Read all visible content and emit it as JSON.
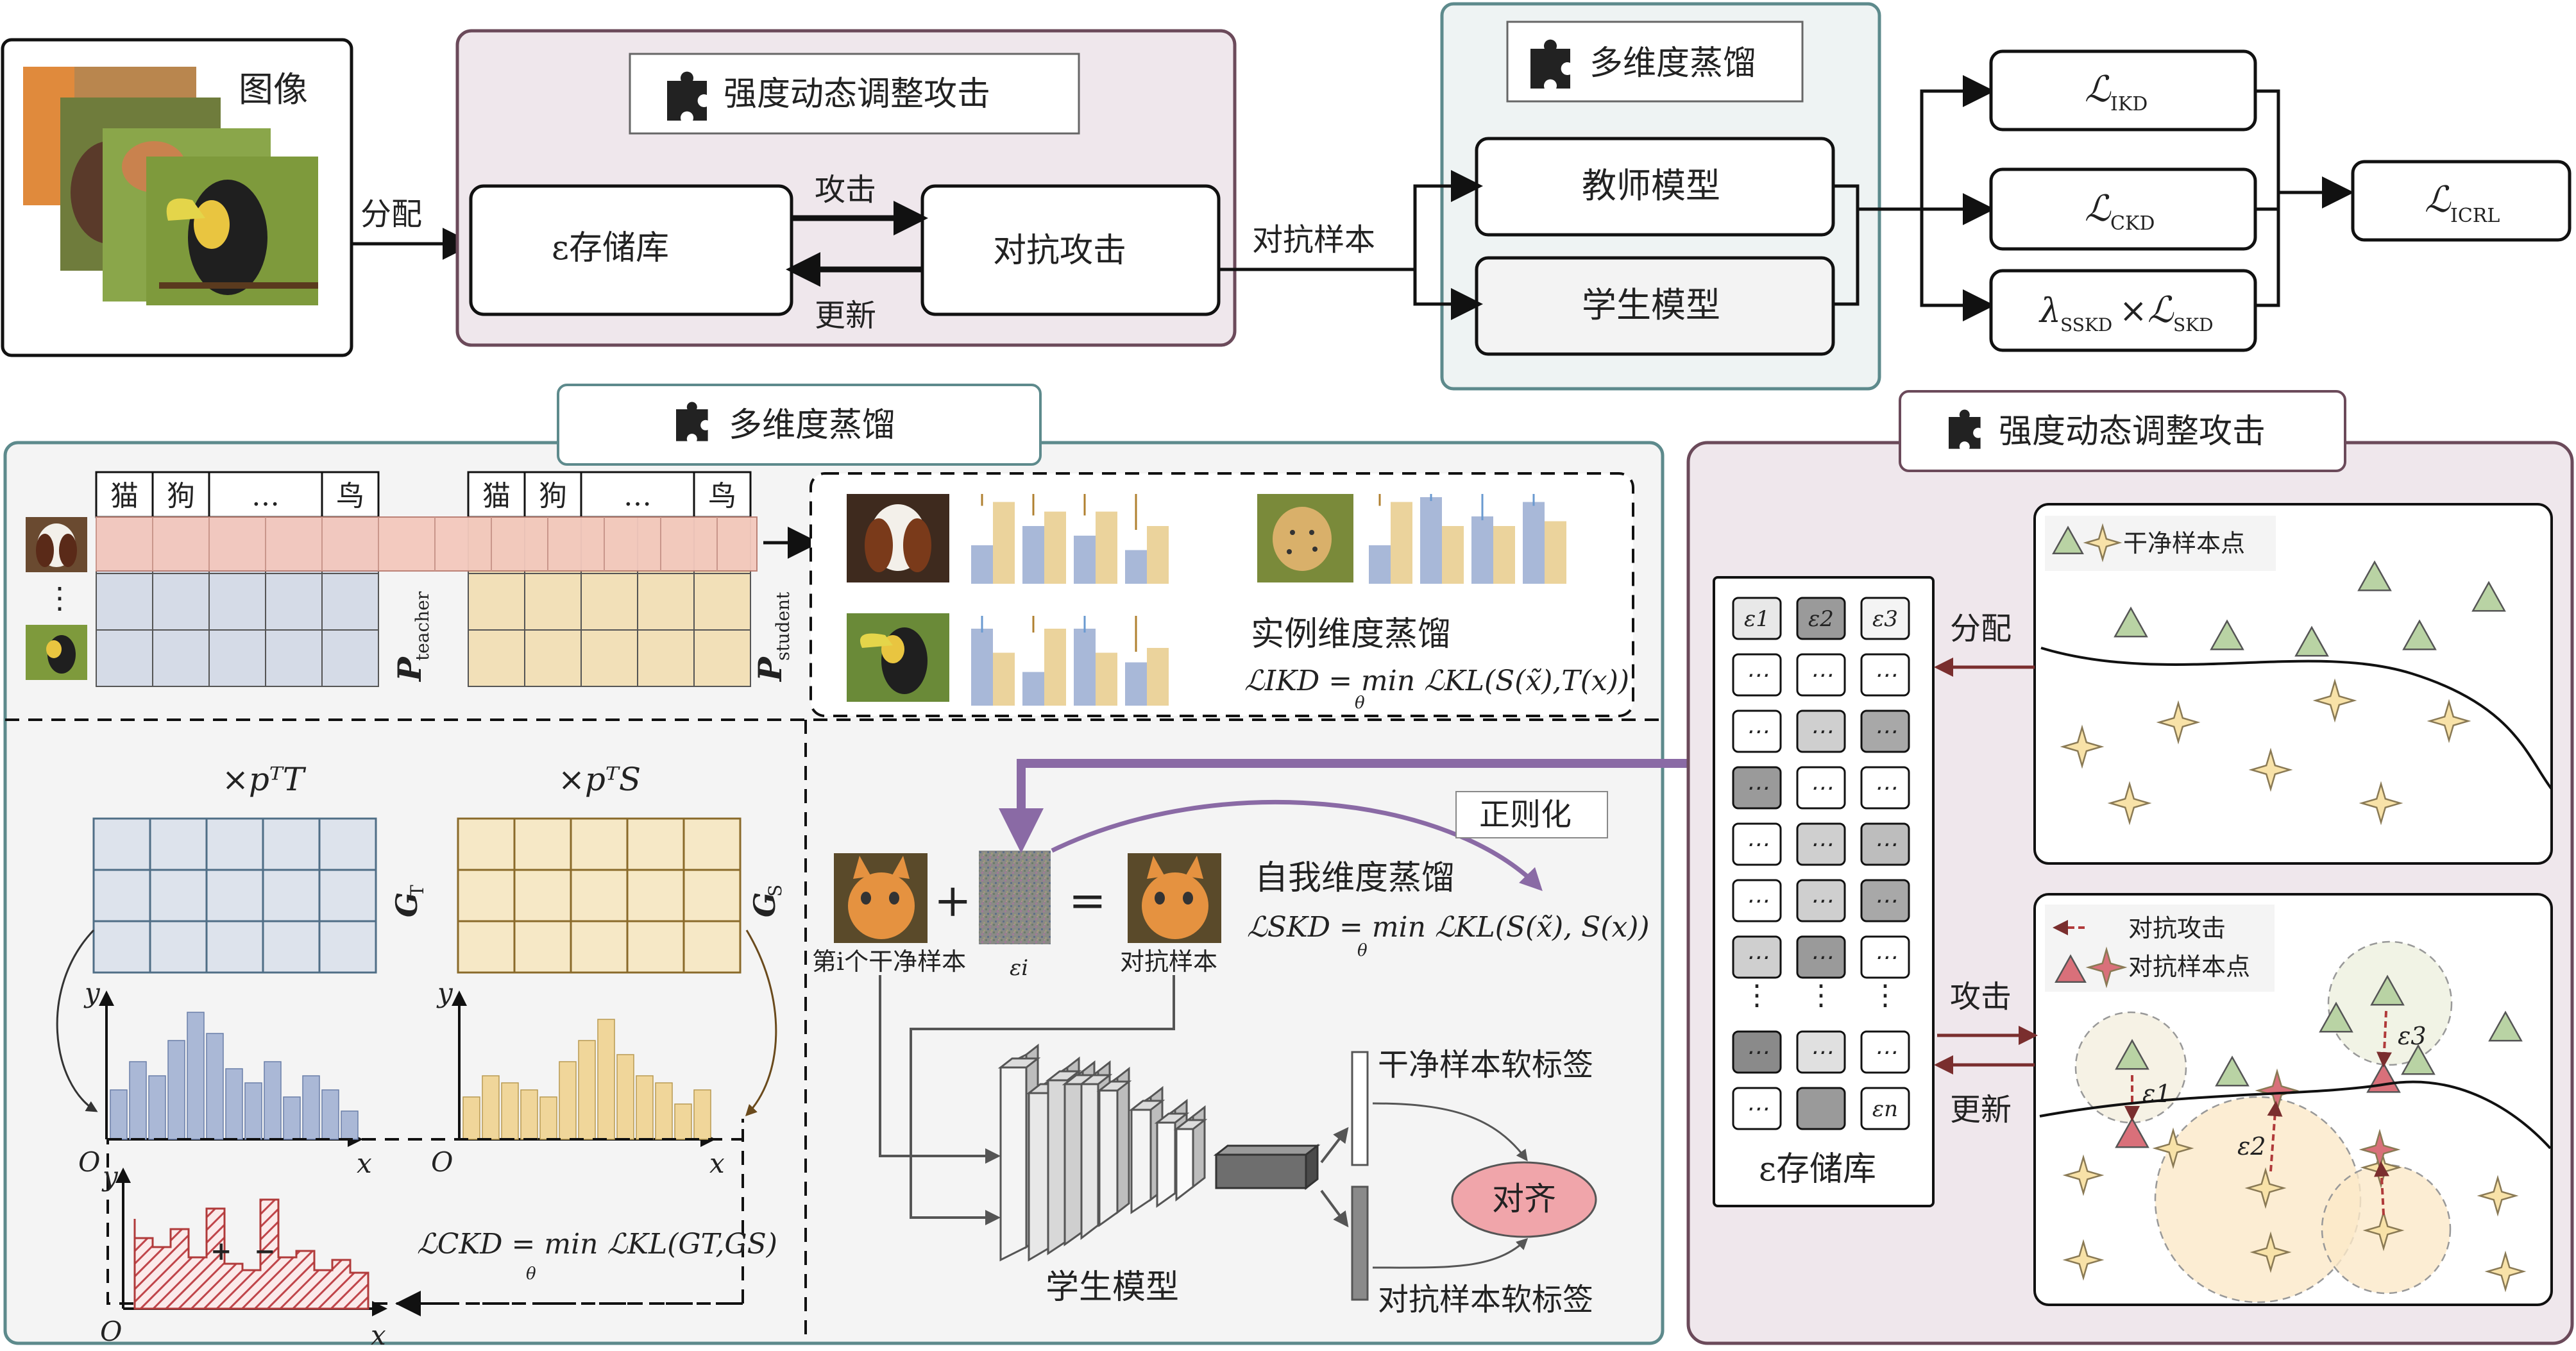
{
  "top": {
    "images_label": "图像",
    "assign_label": "分配",
    "attack_panel_title": "强度动态调整攻击",
    "eps_store": "ε存储库",
    "adv_attack": "对抗攻击",
    "attack_arrow": "攻击",
    "update_arrow": "更新",
    "adv_samples": "对抗样本",
    "distill_panel_title": "多维度蒸馏",
    "teacher_model": "教师模型",
    "student_model": "学生模型",
    "loss_ikd": "IKD",
    "loss_ckd": "CKD",
    "loss_skd_lambda": "SSKD",
    "loss_skd": "SKD",
    "loss_icrl": "ICRL",
    "loss_symbol": "ℒ",
    "lambda_symbol": "λ",
    "times_symbol": "×"
  },
  "middle_left": {
    "title": "多维度蒸馏",
    "categories": [
      "猫",
      "狗",
      "…",
      "鸟"
    ],
    "p_teacher": "P",
    "p_teacher_sub": "teacher",
    "p_student_sub": "student",
    "vdots": "⋮",
    "instance_title": "实例维度蒸馏",
    "instance_formula": "ℒIKD = min ℒKL(S(x̃),T(x))",
    "instance_min_sub": "θ",
    "g_t_header": "×pᵀT",
    "g_s_header": "×pᵀS",
    "g_t": "G",
    "g_t_sub": "T",
    "g_s_sub": "S",
    "axis_y": "y",
    "axis_x": "x",
    "axis_o": "O",
    "plus": "+",
    "minus": "−",
    "ckd_formula": "ℒCKD = min ℒKL(GT,GS)",
    "ckd_min_sub": "θ",
    "regularize": "正则化",
    "self_title": "自我维度蒸馏",
    "self_formula": "ℒSKD = min ℒKL(S(x̃), S(x))",
    "self_min_sub": "θ",
    "clean_sample": "第i个干净样本",
    "eps_i": "εi",
    "adv_sample": "对抗样本",
    "op_plus": "+",
    "op_eq": "=",
    "student_model": "学生模型",
    "clean_soft_label": "干净样本软标签",
    "adv_soft_label": "对抗样本软标签",
    "align": "对齐"
  },
  "right": {
    "title": "强度动态调整攻击",
    "store_label": "ε存储库",
    "eps_cells": [
      "ε1",
      "ε2",
      "ε3",
      "εn"
    ],
    "dots": "⋯",
    "vdots": "⋮",
    "assign": "分配",
    "attack": "攻击",
    "update": "更新",
    "clean_points_legend": "干净样本点",
    "adv_attack_legend": "对抗攻击",
    "adv_points_legend": "对抗样本点",
    "eps_markers": [
      "ε1",
      "ε2",
      "ε3"
    ]
  },
  "colors": {
    "panel_purple": "#efe7ec",
    "panel_purple_border": "#6b4a5a",
    "panel_teal": "#eef3f3",
    "panel_teal_border": "#5d8a8c",
    "panel_gray": "#f4f4f4",
    "pink_row": "#f3c8bd",
    "blue_cells": "#d5dbe7",
    "tan_cells": "#f2e0b8",
    "bar_blue": "#a8b8d8",
    "bar_tan": "#ebd39c",
    "purple_arrow": "#8a6aa5",
    "dark_red": "#7a2e2e",
    "triangle_green": "#b9d3a4",
    "star_yellow": "#f8e2a8",
    "adv_red": "#d9707a",
    "align_pink": "#f0a5aa"
  }
}
